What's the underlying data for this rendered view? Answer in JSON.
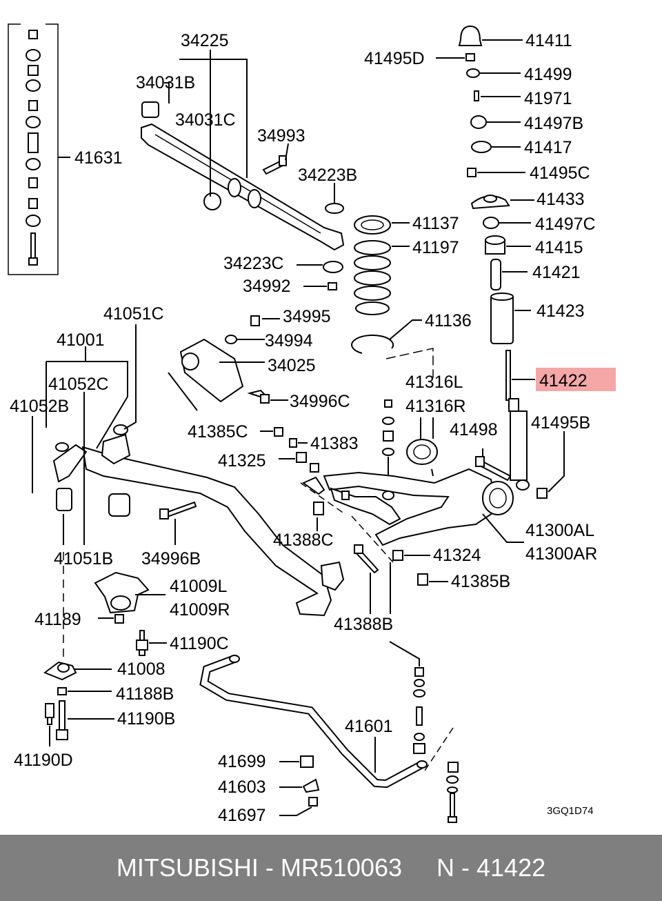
{
  "labels": {
    "l34225": "34225",
    "l34031B": "34031B",
    "l34031C": "34031C",
    "l34993": "34993",
    "l34223B": "34223B",
    "l34223C": "34223C",
    "l34992": "34992",
    "l41631": "41631",
    "l41411": "41411",
    "l41495D": "41495D",
    "l41499": "41499",
    "l41971": "41971",
    "l41497B": "41497B",
    "l41417": "41417",
    "l41495C": "41495C",
    "l41433": "41433",
    "l41137": "41137",
    "l41497C": "41497C",
    "l41197": "41197",
    "l41415": "41415",
    "l41421": "41421",
    "l41423": "41423",
    "l41136": "41136",
    "l41422": "41422",
    "l41316L": "41316L",
    "l41316R": "41316R",
    "l41495B": "41495B",
    "l41498": "41498",
    "l41051C": "41051C",
    "l34995": "34995",
    "l34994": "34994",
    "l41001": "41001",
    "l34025": "34025",
    "l41052C": "41052C",
    "l34996C": "34996C",
    "l41052B": "41052B",
    "l41385C": "41385C",
    "l41383": "41383",
    "l41325": "41325",
    "l41300AL": "41300AL",
    "l41300AR": "41300AR",
    "l41388C": "41388C",
    "l41051B": "41051B",
    "l34996B": "34996B",
    "l41324": "41324",
    "l41385B": "41385B",
    "l41009L": "41009L",
    "l41009R": "41009R",
    "l41189": "41189",
    "l41388B": "41388B",
    "l41190C": "41190C",
    "l41008": "41008",
    "l41188B": "41188B",
    "l41190B": "41190B",
    "l41601": "41601",
    "l41190D": "41190D",
    "l41699": "41699",
    "l41603": "41603",
    "l41697": "41697"
  },
  "diagram_code": "3GQ1D74",
  "highlighted_part": "41422",
  "highlight_color": "#f4a7a7",
  "footer": {
    "text": "MITSUBISHI - MR510063     N - 41422",
    "background": "#7f7f7f"
  }
}
